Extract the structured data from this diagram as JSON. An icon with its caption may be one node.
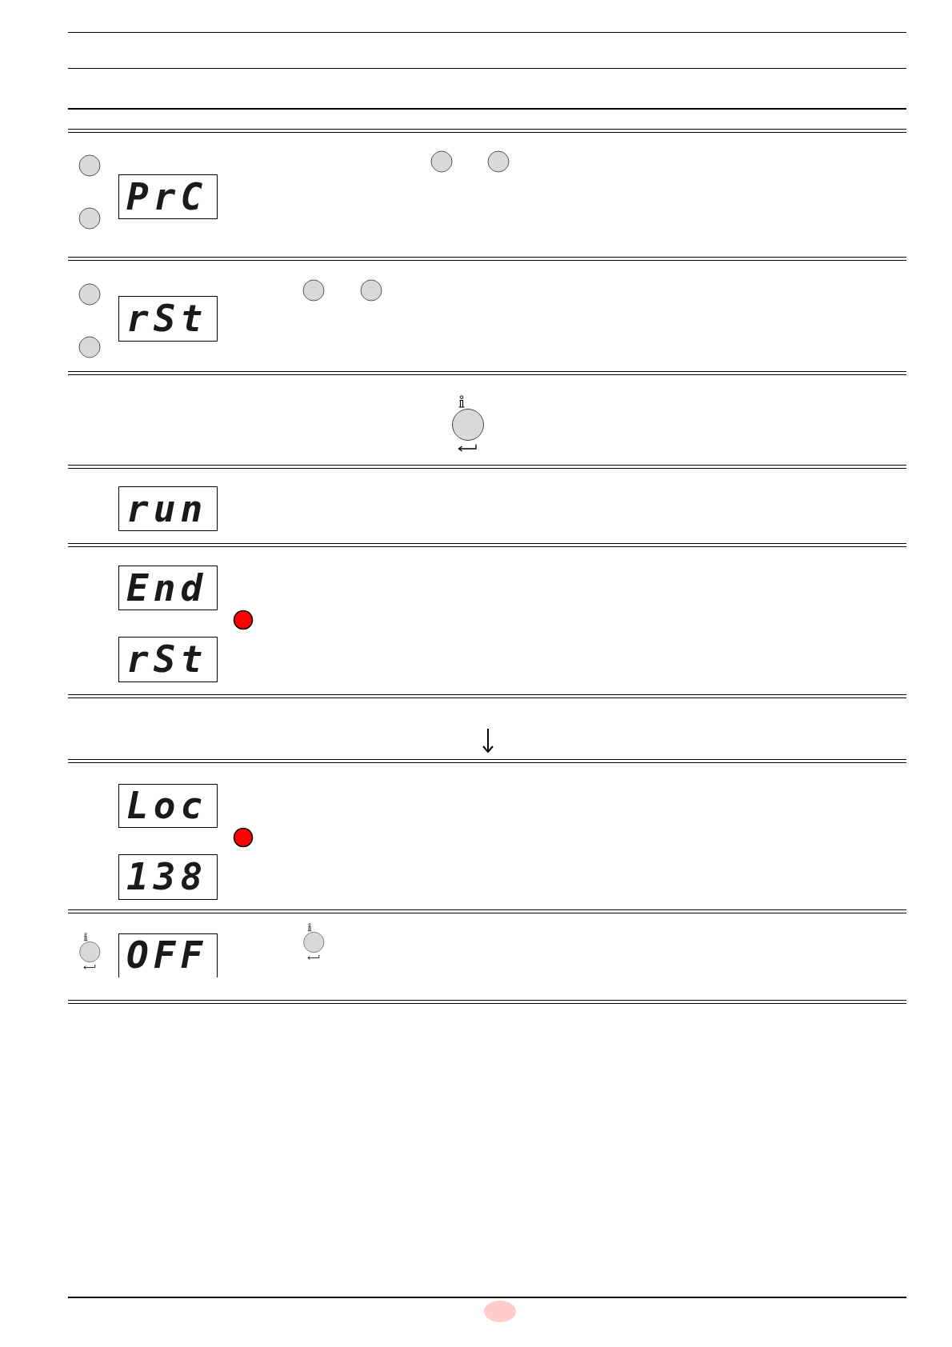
{
  "diagram": {
    "nodes": [
      {
        "text": [
          "PrC"
        ]
      },
      {
        "text": [
          "rSt"
        ]
      },
      {
        "text": [
          "run"
        ]
      },
      {
        "text": [
          "End"
        ]
      },
      {
        "text": [
          "rSt"
        ]
      },
      {
        "text": [
          "Loc"
        ]
      },
      {
        "text": [
          "138"
        ]
      },
      {
        "text": [
          "OFF"
        ]
      }
    ]
  }
}
